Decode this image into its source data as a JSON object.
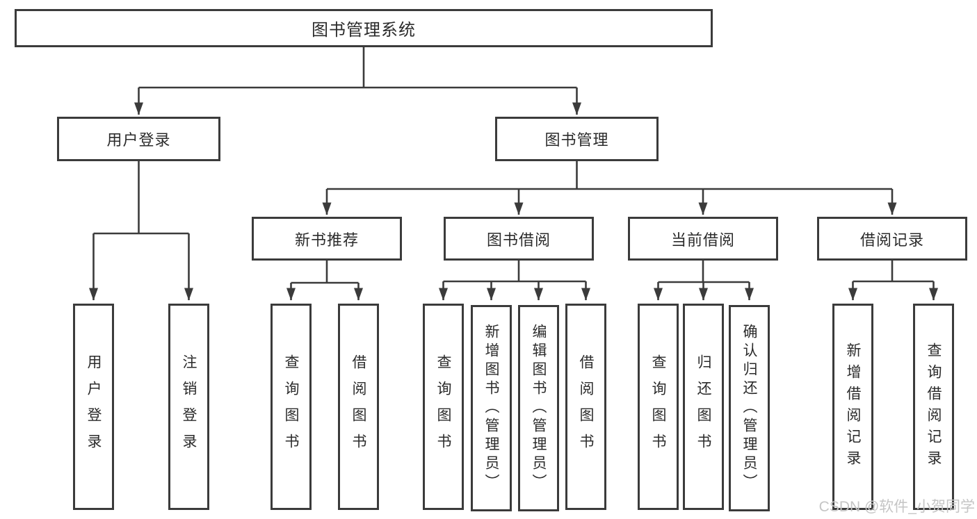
{
  "diagram": {
    "root": {
      "label": "图书管理系统"
    },
    "level2": [
      {
        "label": "用户登录"
      },
      {
        "label": "图书管理"
      }
    ],
    "level3": [
      {
        "label": "新书推荐",
        "parent": "图书管理"
      },
      {
        "label": "图书借阅",
        "parent": "图书管理"
      },
      {
        "label": "当前借阅",
        "parent": "图书管理"
      },
      {
        "label": "借阅记录",
        "parent": "图书管理"
      }
    ],
    "leaves": [
      {
        "label": "用户登录",
        "parent": "用户登录"
      },
      {
        "label": "注销登录",
        "parent": "用户登录"
      },
      {
        "label": "查询图书",
        "parent": "新书推荐"
      },
      {
        "label": "借阅图书",
        "parent": "新书推荐"
      },
      {
        "label": "查询图书",
        "parent": "图书借阅"
      },
      {
        "label": "新增图书（管理员）",
        "parent": "图书借阅"
      },
      {
        "label": "编辑图书（管理员）",
        "parent": "图书借阅"
      },
      {
        "label": "借阅图书",
        "parent": "图书借阅"
      },
      {
        "label": "查询图书",
        "parent": "当前借阅"
      },
      {
        "label": "归还图书",
        "parent": "当前借阅"
      },
      {
        "label": "确认归还（管理员）",
        "parent": "当前借阅"
      },
      {
        "label": "新增借阅记录",
        "parent": "借阅记录"
      },
      {
        "label": "查询借阅记录",
        "parent": "借阅记录"
      }
    ],
    "watermark": "CSDN @软件_小贺同学",
    "colors": {
      "line": "#3b3b3b",
      "text": "#2b2b2b",
      "background": "#ffffff",
      "watermark": "#c5c5c5"
    }
  }
}
